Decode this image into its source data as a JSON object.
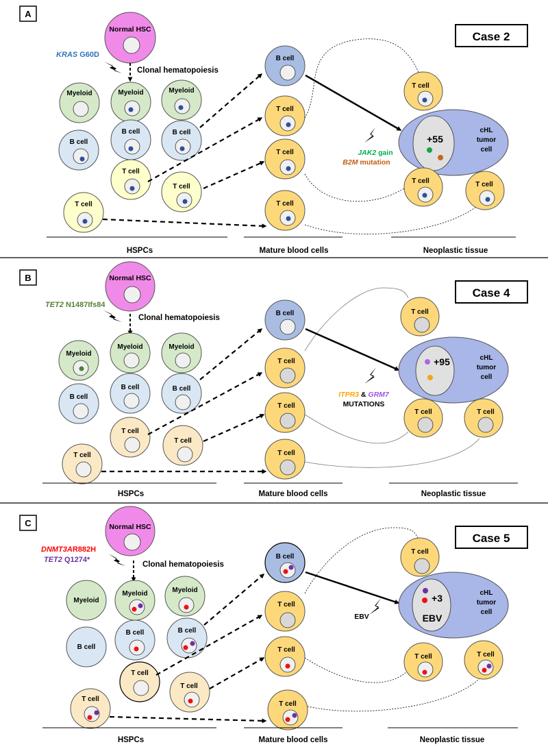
{
  "colors": {
    "hsc": "#f08ae8",
    "myeloid": "#d5e9c9",
    "bcell_progenitor": "#d9e6f3",
    "tcell_progenitor_a": "#ffffcc",
    "tcell_progenitor_bc": "#fbe9c6",
    "bcell_mature": "#a9bde3",
    "tcell_mature": "#fdd87a",
    "tumor": "#a8b6e8",
    "nucleus": "#f0f0f0",
    "nucleus_tumor": "#e0e0e0",
    "dot_blue": "#2f4f9c",
    "dot_green_a": "#1aa34a",
    "dot_orange_a": "#c8661b",
    "dot_green_b": "#3f8a35",
    "dot_violet": "#b264e6",
    "dot_orange_b": "#f3a51b",
    "dot_red": "#ee1111",
    "dot_purple": "#7030a0",
    "kras_text": "#2e75b6",
    "jak2_text": "#00b050",
    "b2m_text": "#c55a11",
    "tet2_b_text": "#548235",
    "itpr3_text": "#ffa500",
    "grm7_text": "#a050e6",
    "dnmt3a_text": "#ff0000",
    "tet2_c_text": "#7030a0"
  },
  "labels": {
    "normal_hsc": "Normal HSC",
    "clonal_hematopoiesis": "Clonal hematopoiesis",
    "myeloid": "Myeloid",
    "b_cell": "B cell",
    "t_cell": "T cell",
    "chl_line1": "cHL",
    "chl_line2": "tumor",
    "chl_line3": "cell",
    "hspcs": "HSPCs",
    "mature_blood_cells": "Mature blood cells",
    "neoplastic_tissue": "Neoplastic tissue"
  },
  "panels": [
    {
      "letter": "A",
      "case_label": "Case 2",
      "mutation_gene": "KRAS",
      "mutation_variant": " G60D",
      "tumor_value": "+55",
      "annotation": {
        "line1_gene": "JAK2",
        "line1_rest": " gain",
        "line2_gene": "B2M",
        "line2_rest": " mutation"
      }
    },
    {
      "letter": "B",
      "case_label": "Case 4",
      "mutation_gene": "TET2",
      "mutation_variant": " N1487Ifs84",
      "tumor_value": "+95",
      "annotation": {
        "line1_gene": "ITPR3",
        "line1_amp": " & ",
        "line1_gene2": "GRM7",
        "line2": "MUTATIONS"
      }
    },
    {
      "letter": "C",
      "case_label": "Case 5",
      "mutation1_gene": "DNMT3A",
      "mutation1_variant": "R882H",
      "mutation2_gene": "TET2",
      "mutation2_variant": " Q1274*",
      "tumor_value": "+3",
      "tumor_sub": "EBV",
      "annotation": {
        "line1": "EBV"
      }
    }
  ]
}
